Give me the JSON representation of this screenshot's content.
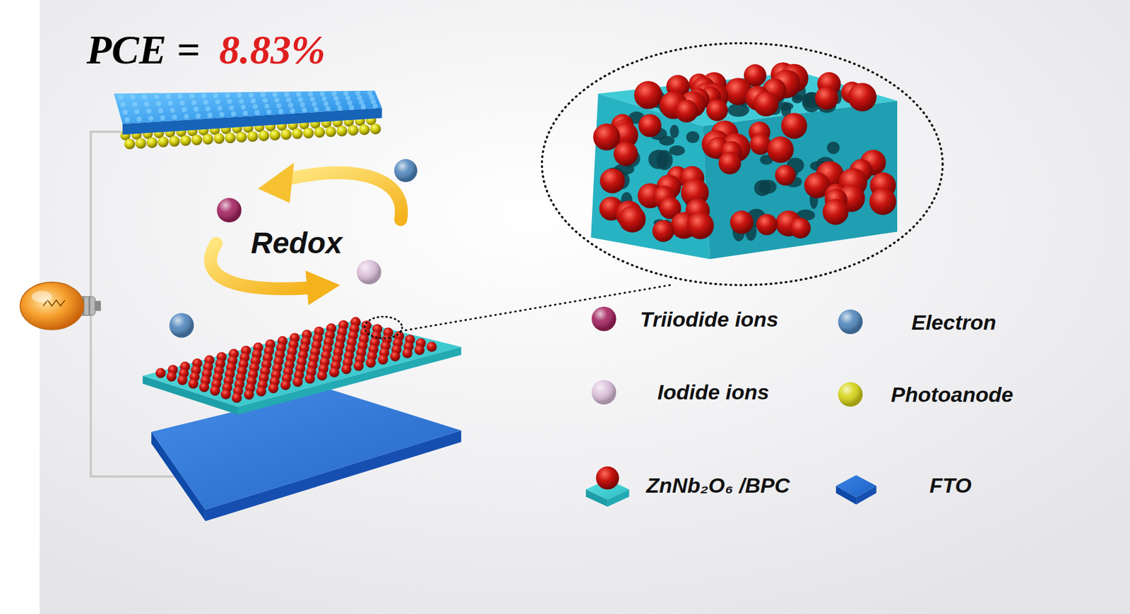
{
  "diagram": {
    "labels": [
      "PCE =",
      "8.83%",
      "Redox"
    ],
    "legend": [
      {
        "text": "Triiodide ions",
        "color": "#a3225f"
      },
      {
        "text": "Electron",
        "color": "#4f86bd"
      },
      {
        "text": "Iodide ions",
        "color": "#dcc0dc"
      },
      {
        "text": "Photoanode",
        "color": "#d6d414"
      },
      {
        "text": "ZnNb₂O₆ /BPC"
      },
      {
        "text": "FTO"
      }
    ]
  }
}
